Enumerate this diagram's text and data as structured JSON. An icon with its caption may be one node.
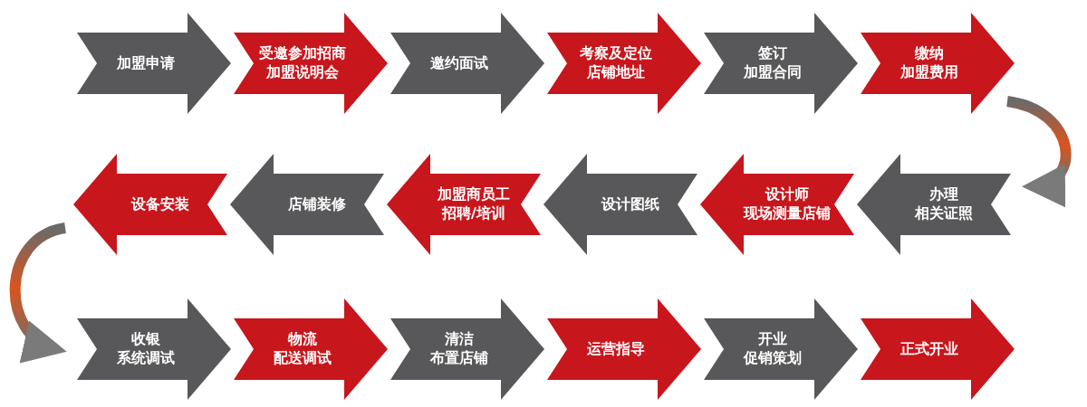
{
  "diagram": {
    "nodes": [
      {
        "text": [
          "加盟申请"
        ]
      },
      {
        "text": [
          "受邀参加招商加盟说明会"
        ]
      },
      {
        "text": [
          "邀约面试"
        ]
      },
      {
        "text": [
          "考察及定位店铺地址"
        ]
      },
      {
        "text": [
          "签订加盟合同"
        ]
      },
      {
        "text": [
          "缴纳加盟费用"
        ]
      },
      {
        "text": [
          "办理相关证照"
        ]
      },
      {
        "text": [
          "设计师现场测量店铺"
        ]
      },
      {
        "text": [
          "设计图纸"
        ]
      },
      {
        "text": [
          "加盟商员工招聘/培训"
        ]
      },
      {
        "text": [
          "店铺装修"
        ]
      },
      {
        "text": [
          "设备安装"
        ]
      },
      {
        "text": [
          "收银系统调试"
        ]
      },
      {
        "text": [
          "物流配送调试"
        ]
      },
      {
        "text": [
          "清洁布置店铺"
        ]
      },
      {
        "text": [
          "运营指导"
        ]
      },
      {
        "text": [
          "开业促销策划"
        ]
      },
      {
        "text": [
          "正式开业"
        ]
      }
    ],
    "edges": [
      {
        "from": 5,
        "to": 6,
        "arrow": "to"
      },
      {
        "from": 11,
        "to": 12,
        "arrow": "to"
      }
    ]
  }
}
